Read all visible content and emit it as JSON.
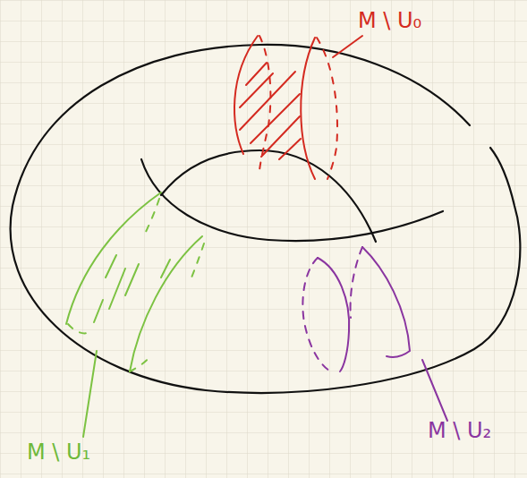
{
  "diagram": {
    "labels": [
      "M \\ U₀",
      "M \\ U₁",
      "M \\ U₂"
    ]
  }
}
